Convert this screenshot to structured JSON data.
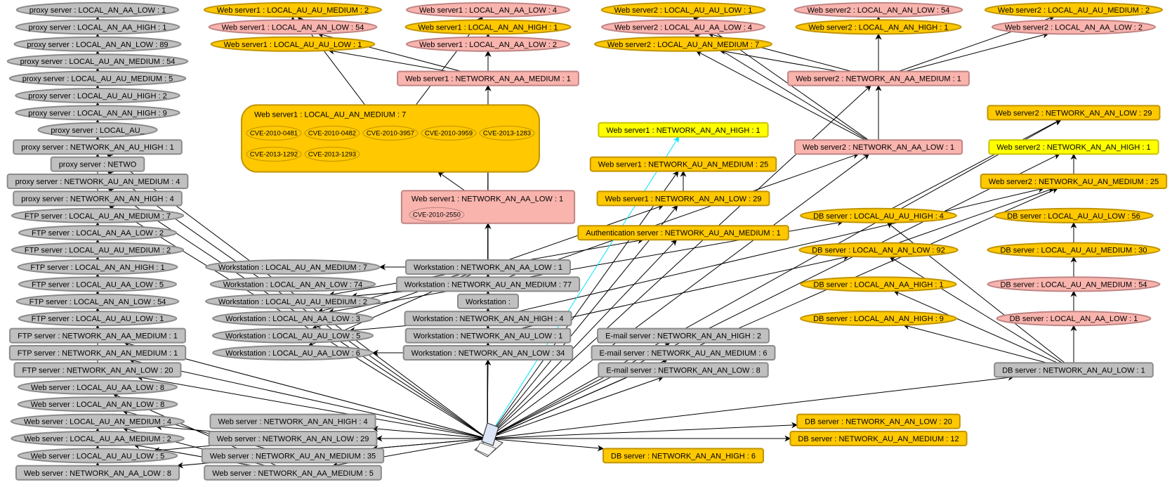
{
  "palette": {
    "gray": {
      "fill": "#c0c0c0",
      "stroke": "#8a8a8a"
    },
    "orange": {
      "fill": "#ffc800",
      "stroke": "#c09400"
    },
    "pink": {
      "fill": "#f9b4ae",
      "stroke": "#c08484"
    },
    "yellow": {
      "fill": "#ffff00",
      "stroke": "#c8c400"
    },
    "edge": "#000000",
    "highlight_edge": "#00e5ff"
  },
  "attacker": {
    "icon": "laptop-icon",
    "label": ""
  },
  "nodes": [
    {
      "id": "p1",
      "label": "proxy server : LOCAL_AN_AA_LOW : 1",
      "color": "gray"
    },
    {
      "id": "p2",
      "label": "proxy server : LOCAL_AN_AA_HIGH : 1",
      "color": "gray"
    },
    {
      "id": "p3",
      "label": "proxy server : LOCAL_AN_AN_LOW : 89",
      "color": "gray"
    },
    {
      "id": "p4",
      "label": "proxy server : LOCAL_AU_AN_MEDIUM : 54",
      "color": "gray"
    },
    {
      "id": "p5",
      "label": "proxy server : LOCAL_AU_AU_MEDIUM : 5",
      "color": "gray"
    },
    {
      "id": "p6",
      "label": "proxy server : LOCAL_AU_AU_HIGH : 2",
      "color": "gray"
    },
    {
      "id": "p7",
      "label": "proxy server : LOCAL_AN_AN_HIGH : 9",
      "color": "gray"
    },
    {
      "id": "p8",
      "label": "proxy server : LOCAL_AU_",
      "color": "gray"
    },
    {
      "id": "p9",
      "label": "proxy server : NETWORK_AN_AU_HIGH : 1",
      "color": "gray"
    },
    {
      "id": "p10",
      "label": "proxy server : NETWO",
      "color": "gray"
    },
    {
      "id": "p11",
      "label": "proxy server : NETWORK_AU_AN_MEDIUM : 4",
      "color": "gray"
    },
    {
      "id": "p12",
      "label": "proxy server : NETWORK_AN_AN_HIGH : 4",
      "color": "gray"
    },
    {
      "id": "f2",
      "label": "FTP server : LOCAL_AN_AA_LOW : 2",
      "color": "gray"
    },
    {
      "id": "f1",
      "label": "FTP server : LOCAL_AU_AN_MEDIUM : 7",
      "color": "gray"
    },
    {
      "id": "f3",
      "label": "FTP server : LOCAL_AU_AU_MEDIUM : 2",
      "color": "gray"
    },
    {
      "id": "f4",
      "label": "FTP server : LOCAL_AN_AN_HIGH : 1",
      "color": "gray"
    },
    {
      "id": "f5",
      "label": "FTP server : LOCAL_AU_AA_LOW : 5",
      "color": "gray"
    },
    {
      "id": "f6",
      "label": "FTP server : LOCAL_AN_AN_LOW : 54",
      "color": "gray"
    },
    {
      "id": "f7",
      "label": "FTP server : LOCAL_AU_AU_LOW : 1",
      "color": "gray"
    },
    {
      "id": "f8",
      "label": "FTP server : NETWORK_AN_AA_MEDIUM : 1",
      "color": "gray"
    },
    {
      "id": "f9",
      "label": "FTP server : NETWORK_AN_AN_MEDIUM : 1",
      "color": "gray"
    },
    {
      "id": "f10",
      "label": "FTP server : NETWORK_AN_AN_LOW : 20",
      "color": "gray"
    },
    {
      "id": "w1",
      "label": "Web server : LOCAL_AU_AA_LOW : 8",
      "color": "gray"
    },
    {
      "id": "w2",
      "label": "Web server : LOCAL_AN_AN_LOW : 8",
      "color": "gray"
    },
    {
      "id": "w3",
      "label": "Web server : LOCAL_AU_AN_MEDIUM : 4",
      "color": "gray"
    },
    {
      "id": "w4",
      "label": "Web server : LOCAL_AU_AA_MEDIUM : 2",
      "color": "gray"
    },
    {
      "id": "w5",
      "label": "Web server : LOCAL_AU_AU_LOW : 5",
      "color": "gray"
    },
    {
      "id": "w6",
      "label": "Web server : NETWORK_AN_AA_LOW : 8",
      "color": "gray"
    },
    {
      "id": "w9",
      "label": "Web server : NETWORK_AU_AN_MEDIUM : 35",
      "color": "gray"
    },
    {
      "id": "w7",
      "label": "Web server : NETWORK_AN_AN_HIGH : 4",
      "color": "gray"
    },
    {
      "id": "w8",
      "label": "Web server : NETWORK_AN_AN_LOW : 29",
      "color": "gray"
    },
    {
      "id": "w10",
      "label": "Web server : NETWORK_AN_AA_MEDIUM : 5",
      "color": "gray"
    },
    {
      "id": "ws1",
      "label": "Workstation : LOCAL_AU_AN_MEDIUM : 7",
      "color": "gray"
    },
    {
      "id": "ws3",
      "label": "Workstation : LOCAL_AU_AU_MEDIUM : 2",
      "color": "gray"
    },
    {
      "id": "ws2",
      "label": "Workstation : LOCAL_AN_AN_LOW : 74",
      "color": "gray"
    },
    {
      "id": "ws4",
      "label": "Workstation : LOCAL_AN_AA_LOW : 3",
      "color": "gray"
    },
    {
      "id": "ws5",
      "label": "Workstation : LOCAL_AU_AU_LOW : 5",
      "color": "gray"
    },
    {
      "id": "ws6",
      "label": "Workstation : LOCAL_AU_AA_LOW : 6",
      "color": "gray"
    },
    {
      "id": "ws7",
      "label": "Workstation : NETWORK_AN_AA_LOW : 1",
      "color": "gray"
    },
    {
      "id": "ws9",
      "label": "Workstation :",
      "color": "gray"
    },
    {
      "id": "ws8",
      "label": "Workstation : NETWORK_AU_AN_MEDIUM : 77",
      "color": "gray"
    },
    {
      "id": "ws11",
      "label": "Workstation : NETWORK_AN_AU_LOW : 1",
      "color": "gray"
    },
    {
      "id": "ws10",
      "label": "Workstation : NETWORK_AN_AN_HIGH : 4",
      "color": "gray"
    },
    {
      "id": "ws12",
      "label": "Workstation : NETWORK_AN_AN_LOW : 34",
      "color": "gray"
    },
    {
      "id": "a1",
      "label": "Web server1 : LOCAL_AU_AU_MEDIUM : 2",
      "color": "orange"
    },
    {
      "id": "a2",
      "label": "Web server1 : LOCAL_AN_AN_LOW : 54",
      "color": "pink"
    },
    {
      "id": "a3",
      "label": "Web server1 : LOCAL_AN_AA_LOW : 4",
      "color": "pink"
    },
    {
      "id": "a4",
      "label": "Web server1 : LOCAL_AN_AN_HIGH : 1",
      "color": "orange"
    },
    {
      "id": "a5",
      "label": "Web server1 : LOCAL_AU_AU_LOW : 1",
      "color": "orange"
    },
    {
      "id": "a6",
      "label": "Web server1 : LOCAL_AN_AA_LOW : 2",
      "color": "pink"
    },
    {
      "id": "a7",
      "label": "Web server1 : NETWORK_AN_AA_MEDIUM : 1",
      "color": "pink"
    },
    {
      "id": "a8",
      "label": "Web server1 : LOCAL_AU_AN_MEDIUM : 7",
      "color": "orange",
      "cves": [
        "CVE-2010-0481",
        "CVE-2010-0482",
        "CVE-2010-3957",
        "CVE-2010-3959",
        "CVE-2013-1283",
        "CVE-2013-1292",
        "CVE-2013-1293"
      ]
    },
    {
      "id": "a9",
      "label": "Web server1 : NETWORK_AN_AA_LOW : 1",
      "color": "pink",
      "cves": [
        "CVE-2010-2550"
      ]
    },
    {
      "id": "a10",
      "label": "Web server1 : NETWORK_AN_AN_HIGH : 1",
      "color": "yellow"
    },
    {
      "id": "a11",
      "label": "Web server1 : NETWORK_AU_AN_MEDIUM : 25",
      "color": "orange"
    },
    {
      "id": "a12",
      "label": "Web server1 : NETWORK_AN_AN_LOW : 29",
      "color": "orange"
    },
    {
      "id": "auth",
      "label": "Authentication server : NETWORK_AU_AN_MEDIUM : 1",
      "color": "orange"
    },
    {
      "id": "b1",
      "label": "Web server2 : LOCAL_AU_AU_LOW : 1",
      "color": "orange"
    },
    {
      "id": "b2",
      "label": "Web server2 : LOCAL_AN_AN_LOW : 54",
      "color": "pink"
    },
    {
      "id": "b3",
      "label": "Web server2 : LOCAL_AU_AU_MEDIUM : 2",
      "color": "orange"
    },
    {
      "id": "b4",
      "label": "Web server2 : LOCAL_AU_AA_LOW : 4",
      "color": "pink"
    },
    {
      "id": "b5",
      "label": "Web server2 : LOCAL_AN_AN_HIGH : 1",
      "color": "orange"
    },
    {
      "id": "b6",
      "label": "Web server2 : LOCAL_AN_AA_LOW : 2",
      "color": "pink"
    },
    {
      "id": "b7",
      "label": "Web server2 : LOCAL_AU_AN_MEDIUM : 7",
      "color": "orange"
    },
    {
      "id": "b8",
      "label": "Web server2 : NETWORK_AN_AA_MEDIUM : 1",
      "color": "pink"
    },
    {
      "id": "b9",
      "label": "Web server2 : NETWORK_AN_AA_LOW : 1",
      "color": "pink"
    },
    {
      "id": "b10",
      "label": "Web server2 : NETWORK_AN_AN_LOW : 29",
      "color": "orange"
    },
    {
      "id": "b11",
      "label": "Web server2 : NETWORK_AN_AN_HIGH : 1",
      "color": "yellow"
    },
    {
      "id": "b12",
      "label": "Web server2 : NETWORK_AU_AN_MEDIUM : 25",
      "color": "orange"
    },
    {
      "id": "d1",
      "label": "DB server : LOCAL_AU_AU_HIGH : 4",
      "color": "orange"
    },
    {
      "id": "d2",
      "label": "DB server : LOCAL_AU_AU_LOW : 56",
      "color": "orange"
    },
    {
      "id": "d3",
      "label": "DB server : LOCAL_AN_AN_LOW : 92",
      "color": "orange"
    },
    {
      "id": "d4",
      "label": "DB server : LOCAL_AU_AU_MEDIUM : 30",
      "color": "orange"
    },
    {
      "id": "d5",
      "label": "DB server : LOCAL_AU_AN_MEDIUM : 54",
      "color": "pink"
    },
    {
      "id": "d6",
      "label": "DB server : LOCAL_AN_AA_HIGH : 1",
      "color": "orange"
    },
    {
      "id": "d7",
      "label": "DB server : LOCAL_AN_AN_HIGH : 9",
      "color": "orange"
    },
    {
      "id": "d8",
      "label": "DB server : LOCAL_AN_AA_LOW : 1",
      "color": "pink"
    },
    {
      "id": "d9",
      "label": "DB server : NETWORK_AN_AU_LOW : 1",
      "color": "gray"
    },
    {
      "id": "d10",
      "label": "DB server : NETWORK_AN_AN_LOW : 20",
      "color": "orange"
    },
    {
      "id": "d11",
      "label": "DB server : NETWORK_AU_AN_MEDIUM : 12",
      "color": "orange"
    },
    {
      "id": "d12",
      "label": "DB server : NETWORK_AN_AN_HIGH : 6",
      "color": "orange"
    },
    {
      "id": "e1",
      "label": "E-mail server : NETWORK_AN_AN_HIGH : 2",
      "color": "gray"
    },
    {
      "id": "e2",
      "label": "E-mail server : NETWORK_AU_AN_MEDIUM : 6",
      "color": "gray"
    },
    {
      "id": "e3",
      "label": "E-mail server : NETWORK_AN_AN_LOW : 8",
      "color": "gray"
    }
  ],
  "edges": [
    [
      "att",
      "p9"
    ],
    [
      "att",
      "p10"
    ],
    [
      "att",
      "p11"
    ],
    [
      "att",
      "p12"
    ],
    [
      "att",
      "f8"
    ],
    [
      "att",
      "f9"
    ],
    [
      "att",
      "f10"
    ],
    [
      "att",
      "w6"
    ],
    [
      "att",
      "w7"
    ],
    [
      "att",
      "w8"
    ],
    [
      "att",
      "w9"
    ],
    [
      "att",
      "w10"
    ],
    [
      "att",
      "ws7"
    ],
    [
      "att",
      "ws8"
    ],
    [
      "att",
      "ws9"
    ],
    [
      "att",
      "ws10"
    ],
    [
      "att",
      "ws11"
    ],
    [
      "att",
      "ws12"
    ],
    [
      "att",
      "a7"
    ],
    [
      "att",
      "a9"
    ],
    [
      "att",
      "a11"
    ],
    [
      "att",
      "a12"
    ],
    [
      "att",
      "auth"
    ],
    [
      "att",
      "b8"
    ],
    [
      "att",
      "b9"
    ],
    [
      "att",
      "b10"
    ],
    [
      "att",
      "b11"
    ],
    [
      "att",
      "b12"
    ],
    [
      "att",
      "d9"
    ],
    [
      "att",
      "d10"
    ],
    [
      "att",
      "d11"
    ],
    [
      "att",
      "d12"
    ],
    [
      "att",
      "e1"
    ],
    [
      "att",
      "e2"
    ],
    [
      "att",
      "e3"
    ],
    [
      "p9",
      "p1"
    ],
    [
      "p9",
      "p2"
    ],
    [
      "p9",
      "p3"
    ],
    [
      "p9",
      "p4"
    ],
    [
      "p9",
      "p5"
    ],
    [
      "p9",
      "p6"
    ],
    [
      "p9",
      "p7"
    ],
    [
      "p9",
      "p8"
    ],
    [
      "p12",
      "p9"
    ],
    [
      "p11",
      "p3"
    ],
    [
      "f8",
      "f4"
    ],
    [
      "f8",
      "f5"
    ],
    [
      "f8",
      "f7"
    ],
    [
      "f8",
      "f6"
    ],
    [
      "f10",
      "f1"
    ],
    [
      "f10",
      "f3"
    ],
    [
      "f10",
      "f5"
    ],
    [
      "f10",
      "f4"
    ],
    [
      "f10",
      "f7"
    ],
    [
      "f10",
      "f6"
    ],
    [
      "f9",
      "f2"
    ],
    [
      "w6",
      "w5"
    ],
    [
      "w6",
      "w3"
    ],
    [
      "w6",
      "w4"
    ],
    [
      "w10",
      "w4"
    ],
    [
      "w10",
      "w3"
    ],
    [
      "w10",
      "w1"
    ],
    [
      "w8",
      "w3"
    ],
    [
      "w8",
      "w5"
    ],
    [
      "w9",
      "w2"
    ],
    [
      "ws7",
      "ws5"
    ],
    [
      "ws7",
      "ws6"
    ],
    [
      "ws7",
      "ws3"
    ],
    [
      "ws7",
      "ws4"
    ],
    [
      "ws7",
      "ws1"
    ],
    [
      "ws7",
      "a9"
    ],
    [
      "ws8",
      "ws4"
    ],
    [
      "ws8",
      "ws3"
    ],
    [
      "ws12",
      "ws6"
    ],
    [
      "ws10",
      "ws5"
    ],
    [
      "ws7",
      "a12"
    ],
    [
      "ws7",
      "auth"
    ],
    [
      "ws8",
      "b9"
    ],
    [
      "ws8",
      "d1"
    ],
    [
      "ws11",
      "d3"
    ],
    [
      "ws10",
      "b12"
    ],
    [
      "a7",
      "a6"
    ],
    [
      "a7",
      "a4"
    ],
    [
      "a7",
      "a5"
    ],
    [
      "a7",
      "a2"
    ],
    [
      "a9",
      "a8"
    ],
    [
      "a9",
      "a7"
    ],
    [
      "a8",
      "a1"
    ],
    [
      "a8",
      "a3"
    ],
    [
      "a2",
      "a1"
    ],
    [
      "a12",
      "a11"
    ],
    [
      "a9",
      "a6"
    ],
    [
      "a9",
      "a4"
    ],
    [
      "b9",
      "b7"
    ],
    [
      "b9",
      "b4"
    ],
    [
      "b9",
      "b2"
    ],
    [
      "b9",
      "b5"
    ],
    [
      "b9",
      "b8"
    ],
    [
      "b9",
      "b1"
    ],
    [
      "b8",
      "b7"
    ],
    [
      "b8",
      "b4"
    ],
    [
      "b8",
      "b5"
    ],
    [
      "b8",
      "b3"
    ],
    [
      "b8",
      "b6"
    ],
    [
      "b12",
      "b11"
    ],
    [
      "d1",
      "b10"
    ],
    [
      "d3",
      "b12"
    ],
    [
      "d9",
      "d7"
    ],
    [
      "d9",
      "d6"
    ],
    [
      "d9",
      "d8"
    ],
    [
      "d9",
      "d5"
    ],
    [
      "d9",
      "d4"
    ],
    [
      "d9",
      "d2"
    ],
    [
      "d9",
      "d3"
    ],
    [
      "d9",
      "d1"
    ]
  ],
  "highlight_edges": [
    [
      "att",
      "a10"
    ]
  ]
}
